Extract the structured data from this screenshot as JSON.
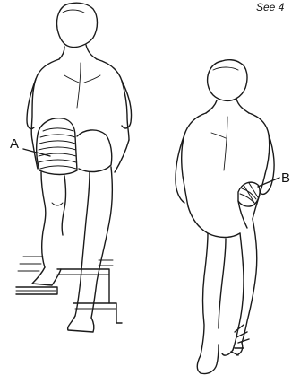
{
  "header": {
    "see_note": "See 4"
  },
  "labels": {
    "a": "A",
    "b": "B"
  }
}
